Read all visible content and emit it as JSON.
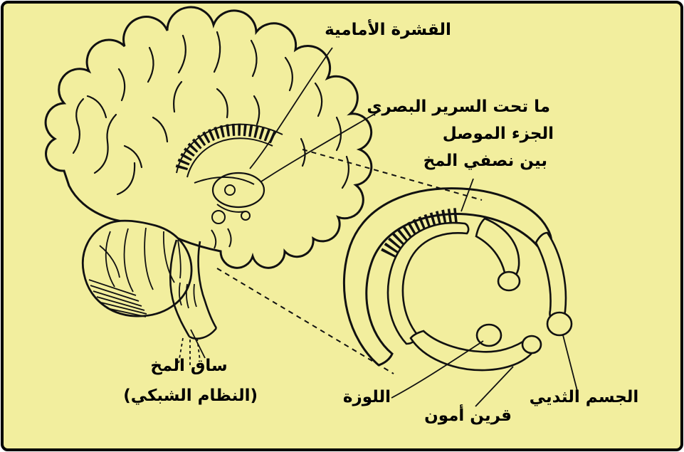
{
  "diagram": {
    "title": "Brain anatomy diagram (sagittal section with exploded limbic system)",
    "colors": {
      "bg": "#f2ee9e",
      "line": "#111111",
      "border": "#000000"
    },
    "labels": {
      "frontal_cortex": "القشرة الأمامية",
      "hypothalamus": "ما تحت السرير البصري",
      "corpus_callosum_line1": "الجزء الموصل",
      "corpus_callosum_line2": "بين نصفي المخ",
      "brainstem": "ساق المخ",
      "reticular_system": "(النظام الشبكي)",
      "amygdala": "اللوزة",
      "hippocampus": "قرين أمون",
      "mammillary_body": "الجسم الثديي"
    }
  }
}
